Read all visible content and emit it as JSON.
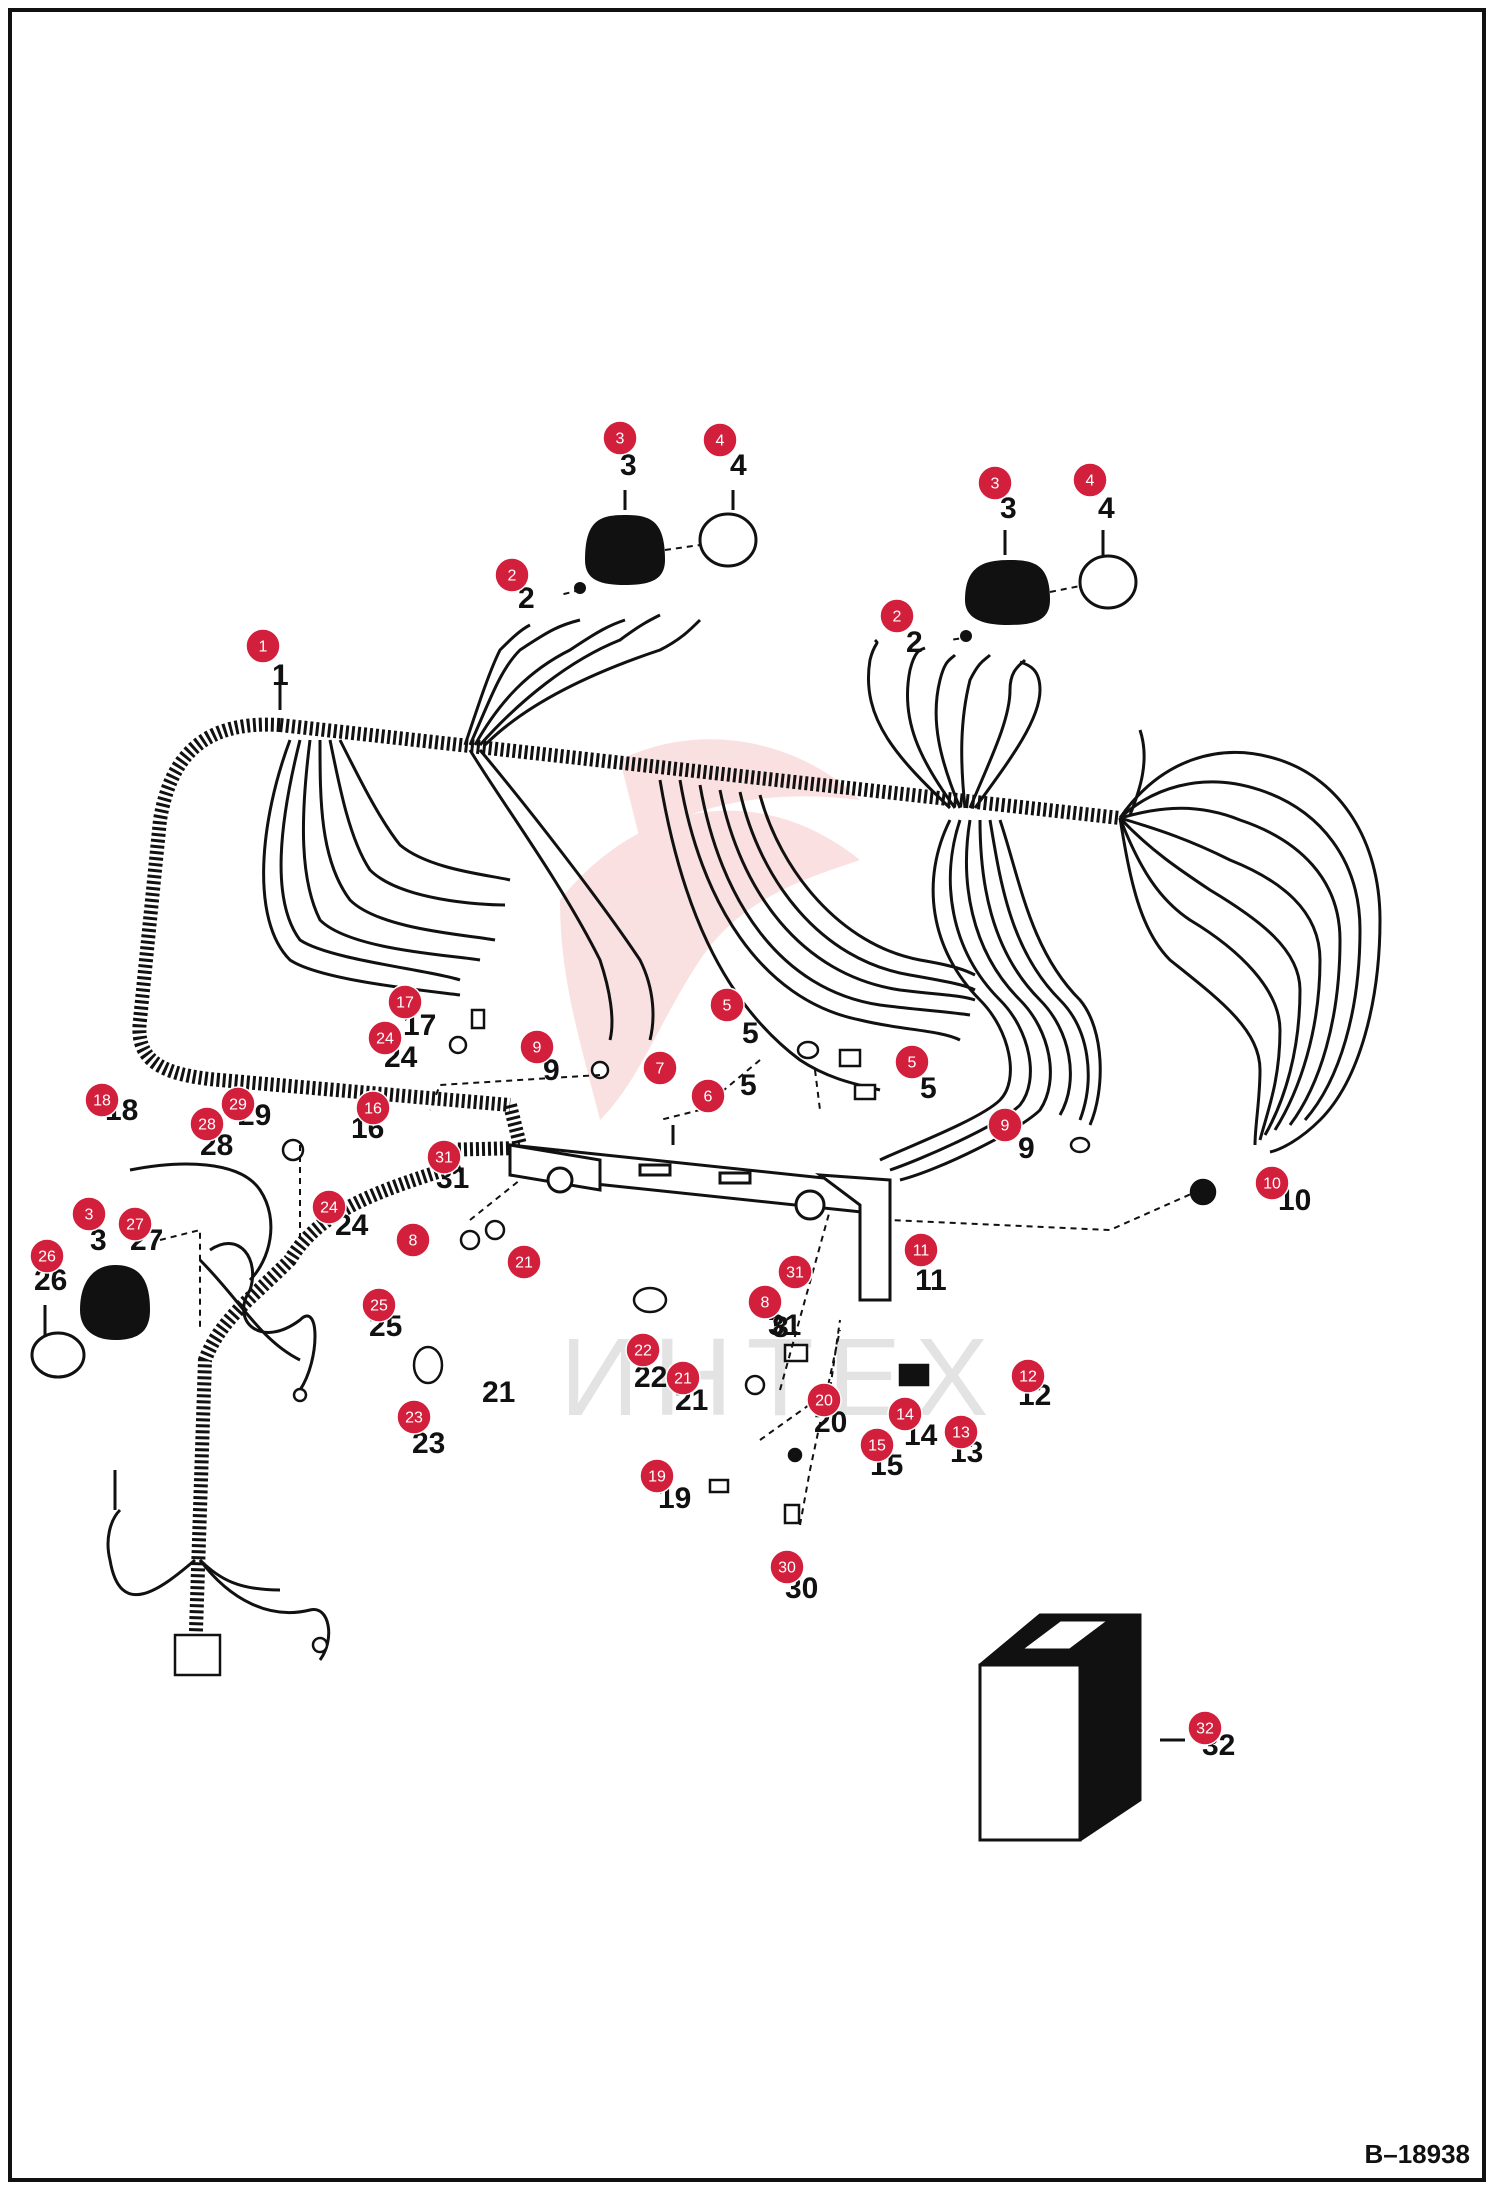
{
  "drawing_number": "B–18938",
  "watermark_text": "ИНТЕХ",
  "colors": {
    "badge_fill": "#d21f3c",
    "line": "#111111",
    "watermark": "#f6c8c8"
  },
  "badges": [
    {
      "n": "1"
    },
    {
      "n": "2"
    },
    {
      "n": "2"
    },
    {
      "n": "3"
    },
    {
      "n": "3"
    },
    {
      "n": "3"
    },
    {
      "n": "4"
    },
    {
      "n": "4"
    },
    {
      "n": "5"
    },
    {
      "n": "5"
    },
    {
      "n": "6"
    },
    {
      "n": "7"
    },
    {
      "n": "8"
    },
    {
      "n": "8"
    },
    {
      "n": "9"
    },
    {
      "n": "9"
    },
    {
      "n": "10"
    },
    {
      "n": "11"
    },
    {
      "n": "12"
    },
    {
      "n": "13"
    },
    {
      "n": "14"
    },
    {
      "n": "15"
    },
    {
      "n": "16"
    },
    {
      "n": "17"
    },
    {
      "n": "18"
    },
    {
      "n": "19"
    },
    {
      "n": "20"
    },
    {
      "n": "21"
    },
    {
      "n": "21"
    },
    {
      "n": "22"
    },
    {
      "n": "23"
    },
    {
      "n": "24"
    },
    {
      "n": "24"
    },
    {
      "n": "25"
    },
    {
      "n": "26"
    },
    {
      "n": "27"
    },
    {
      "n": "28"
    },
    {
      "n": "29"
    },
    {
      "n": "30"
    },
    {
      "n": "31"
    },
    {
      "n": "31"
    },
    {
      "n": "32"
    }
  ],
  "plain_labels": [
    {
      "n": "1"
    },
    {
      "n": "2"
    },
    {
      "n": "2"
    },
    {
      "n": "3"
    },
    {
      "n": "3"
    },
    {
      "n": "3"
    },
    {
      "n": "4"
    },
    {
      "n": "4"
    },
    {
      "n": "5"
    },
    {
      "n": "5"
    },
    {
      "n": "5"
    },
    {
      "n": "8"
    },
    {
      "n": "9"
    },
    {
      "n": "9"
    },
    {
      "n": "10"
    },
    {
      "n": "11"
    },
    {
      "n": "12"
    },
    {
      "n": "13"
    },
    {
      "n": "14"
    },
    {
      "n": "15"
    },
    {
      "n": "16"
    },
    {
      "n": "17"
    },
    {
      "n": "18"
    },
    {
      "n": "19"
    },
    {
      "n": "20"
    },
    {
      "n": "21"
    },
    {
      "n": "21"
    },
    {
      "n": "22"
    },
    {
      "n": "23"
    },
    {
      "n": "24"
    },
    {
      "n": "24"
    },
    {
      "n": "25"
    },
    {
      "n": "26"
    },
    {
      "n": "27"
    },
    {
      "n": "28"
    },
    {
      "n": "29"
    },
    {
      "n": "30"
    },
    {
      "n": "31"
    },
    {
      "n": "31"
    },
    {
      "n": "32"
    }
  ]
}
